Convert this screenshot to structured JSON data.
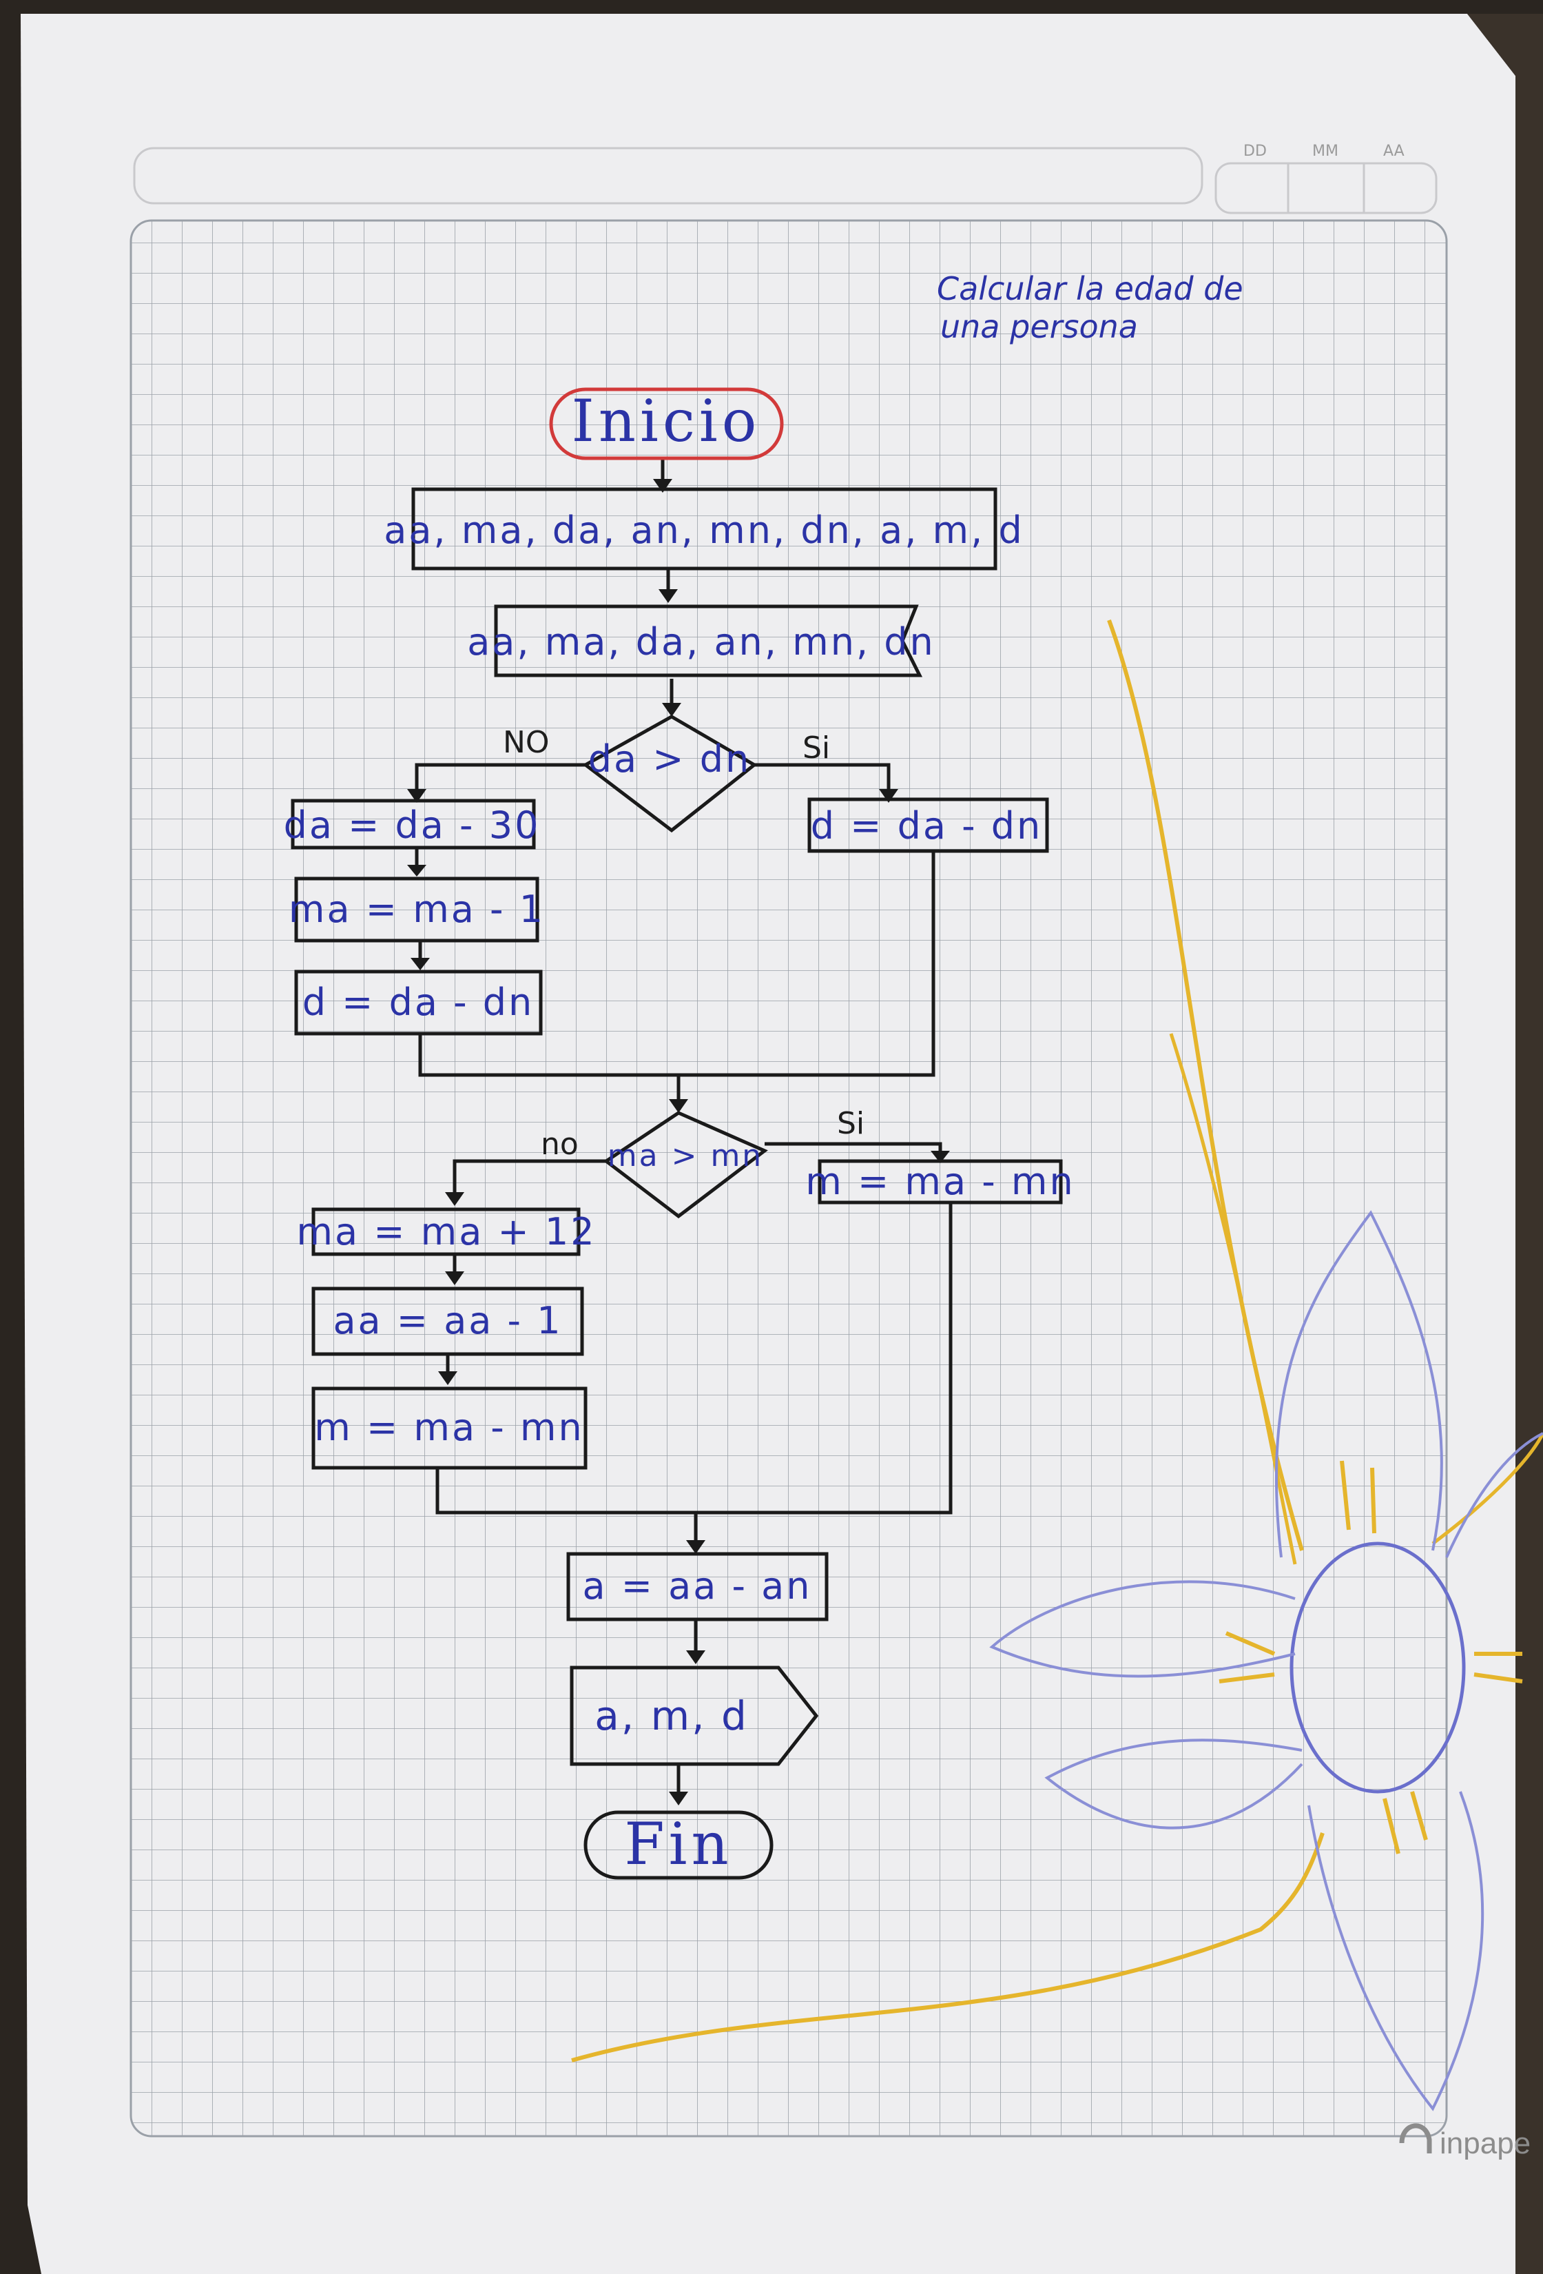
{
  "header": {
    "day_label": "DD",
    "month_label": "MM",
    "year_label": "AA"
  },
  "note": {
    "line1": "Calcular la edad de",
    "line2": "una persona"
  },
  "flowchart": {
    "start": "Inicio",
    "declare": "aa, ma, da, an, mn, dn, a, m, d",
    "input": "aa, ma, da, an, mn, dn",
    "decision1": "da > dn",
    "decision1_no": "NO",
    "decision1_yes": "Si",
    "yes1": "d = da - dn",
    "no1_step1": "da = da - 30",
    "no1_step2": "ma = ma - 1",
    "no1_step3": "d = da - dn",
    "decision2": "ma > mn",
    "decision2_no": "no",
    "decision2_yes": "Si",
    "yes2": "m = ma - mn",
    "no2_step1": "ma = ma + 12",
    "no2_step2": "aa = aa - 1",
    "no2_step3": "m = ma - mn",
    "compute_a": "a = aa - an",
    "output": "a, m, d",
    "end": "Fin"
  },
  "brand": "inpape",
  "colors": {
    "ink": "#2b33a6",
    "start_outline": "#d23a3a",
    "grid": "#9aa0a8",
    "petal": "#8a8fd6",
    "sun": "#e5b52c"
  }
}
